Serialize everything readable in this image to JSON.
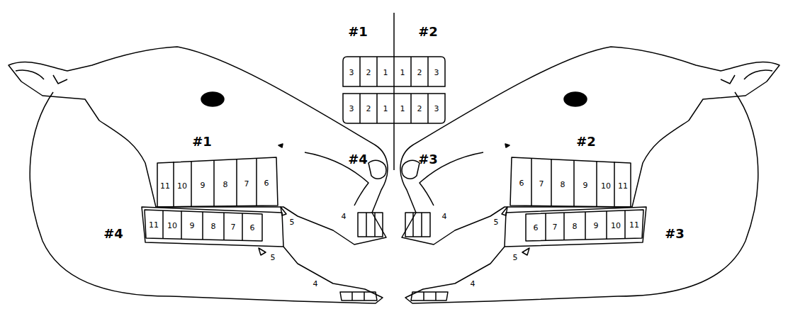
{
  "diagram": {
    "labels": [
      "#1",
      "#2",
      "3",
      "2",
      "1",
      "1",
      "2",
      "3",
      "3",
      "2",
      "1",
      "1",
      "2",
      "3",
      "#4",
      "#3",
      "#1",
      "11",
      "10",
      "9",
      "8",
      "7",
      "6",
      "5",
      "4",
      "#4",
      "11",
      "10",
      "9",
      "8",
      "7",
      "6",
      "5",
      "4",
      "#2",
      "6",
      "7",
      "8",
      "9",
      "10",
      "11",
      "5",
      "4",
      "#3",
      "6",
      "7",
      "8",
      "9",
      "10",
      "11",
      "5",
      "4"
    ]
  }
}
